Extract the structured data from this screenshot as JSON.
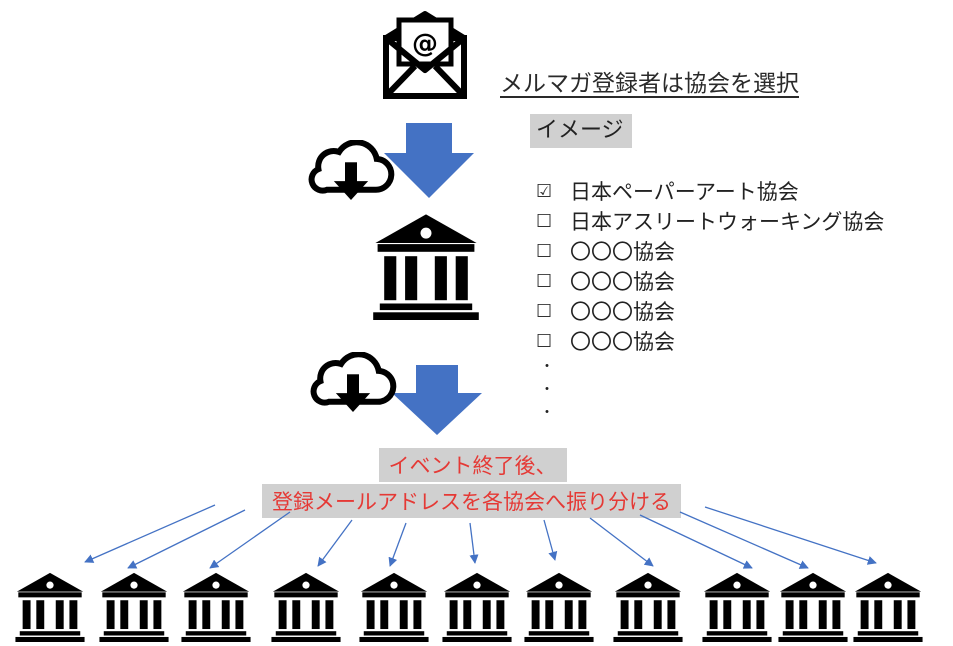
{
  "caption": {
    "subscriber_choice": "メルマガ登録者は協会を選択",
    "image_label": "イメージ"
  },
  "associations": [
    {
      "label": "日本ペーパーアート協会",
      "checked": true
    },
    {
      "label": "日本アスリートウォーキング協会",
      "checked": false
    },
    {
      "label": "〇〇〇協会",
      "checked": false
    },
    {
      "label": "〇〇〇協会",
      "checked": false
    },
    {
      "label": "〇〇〇協会",
      "checked": false
    },
    {
      "label": "〇〇〇協会",
      "checked": false
    }
  ],
  "checkbox_symbols": {
    "checked": "☑",
    "unchecked": "☐"
  },
  "ellipsis_dots": [
    "・",
    "・",
    "・"
  ],
  "notice": {
    "line1": "イベント終了後、",
    "line2": "登録メールアドレスを各協会へ振り分ける"
  },
  "icons": {
    "envelope": "envelope-at-icon",
    "cloud": "cloud-download-icon",
    "building": "bank-building-icon",
    "arrow": "down-arrow-icon"
  },
  "colors": {
    "arrow_blue": "#4472c4",
    "notice_red": "#e53935",
    "highlight_gray": "#d0d0d0",
    "icon_black": "#000000"
  }
}
